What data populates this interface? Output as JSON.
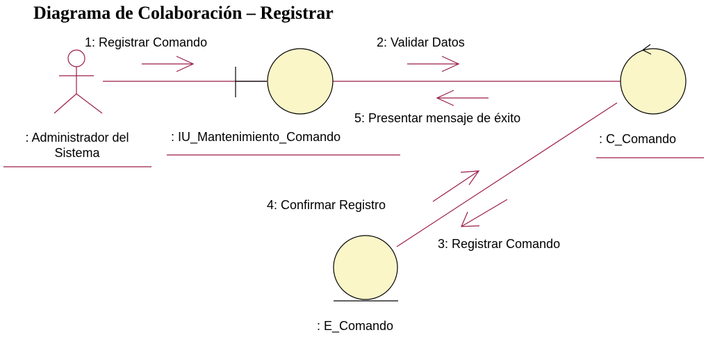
{
  "title": "Diagrama de Colaboración – Registrar",
  "objects": {
    "actor": {
      "line1": ": Administrador del",
      "line2": "Sistema"
    },
    "boundary": {
      "name": ": IU_Mantenimiento_Comando"
    },
    "control": {
      "name": ": C_Comando"
    },
    "entity": {
      "name": ": E_Comando"
    }
  },
  "messages": {
    "m1": "1: Registrar Comando",
    "m2": "2: Validar Datos",
    "m3": "3: Registrar Comando",
    "m4": "4: Confirmar Registro",
    "m5": "5: Presentar mensaje de éxito"
  },
  "colors": {
    "link": "#9b1b4a",
    "object_fill": "#fbf6c8",
    "object_stroke": "#000000"
  }
}
